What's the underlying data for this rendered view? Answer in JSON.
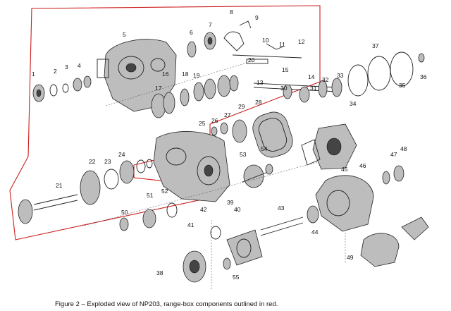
{
  "caption": "Figure 2 – Exploded view of NP203, range-box components outlined in red.",
  "outline_color": "#cc1d1d",
  "callouts": [
    "1",
    "2",
    "3",
    "4",
    "5",
    "6",
    "7",
    "8",
    "9",
    "10",
    "11",
    "12",
    "13",
    "14",
    "15",
    "16",
    "17",
    "18",
    "19",
    "20",
    "21",
    "22",
    "23",
    "24",
    "25",
    "26",
    "27",
    "28",
    "29",
    "30",
    "31",
    "32",
    "33",
    "34",
    "35",
    "36",
    "37",
    "38",
    "39",
    "40",
    "41",
    "42",
    "43",
    "44",
    "45",
    "46",
    "47",
    "48",
    "49",
    "50",
    "51",
    "52",
    "53",
    "54",
    "55"
  ]
}
